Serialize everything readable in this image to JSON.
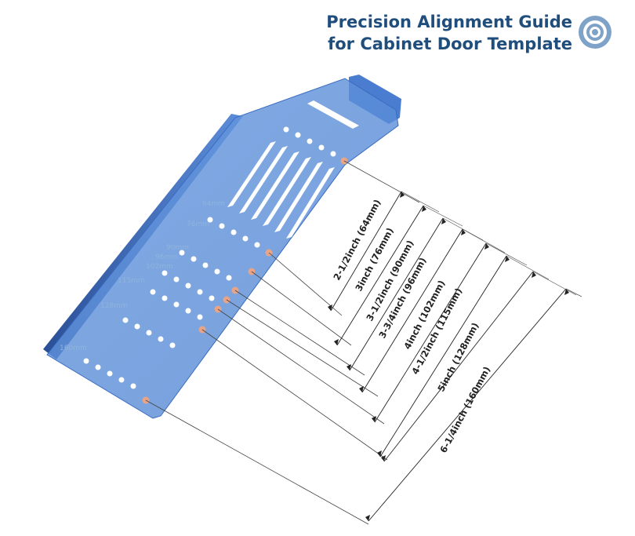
{
  "header": {
    "title_line1": "Precision Alignment Guide",
    "title_line2": "for Cabinet Door Template",
    "icon": "target-icon",
    "color": "#1f4e7c"
  },
  "template": {
    "fill": "#5b8fd6",
    "edge": "#2a5aa8",
    "hole_color": "#ffffff",
    "marker_color": "#e8a487",
    "side_labels": [
      "64mm",
      "76mm",
      "90mm",
      "96mm",
      "102mm",
      "115mm",
      "128mm",
      "160mm"
    ]
  },
  "dimensions": [
    {
      "label": "2-1/2inch (64mm)"
    },
    {
      "label": "3inch (76mm)"
    },
    {
      "label": "3-1/2inch (90mm)"
    },
    {
      "label": "3-3/4inch (96mm)"
    },
    {
      "label": "4inch (102mm)"
    },
    {
      "label": "4-1/2inch (115mm)"
    },
    {
      "label": "5inch (128mm)"
    },
    {
      "label": "6-1/4inch (160mm)"
    }
  ]
}
